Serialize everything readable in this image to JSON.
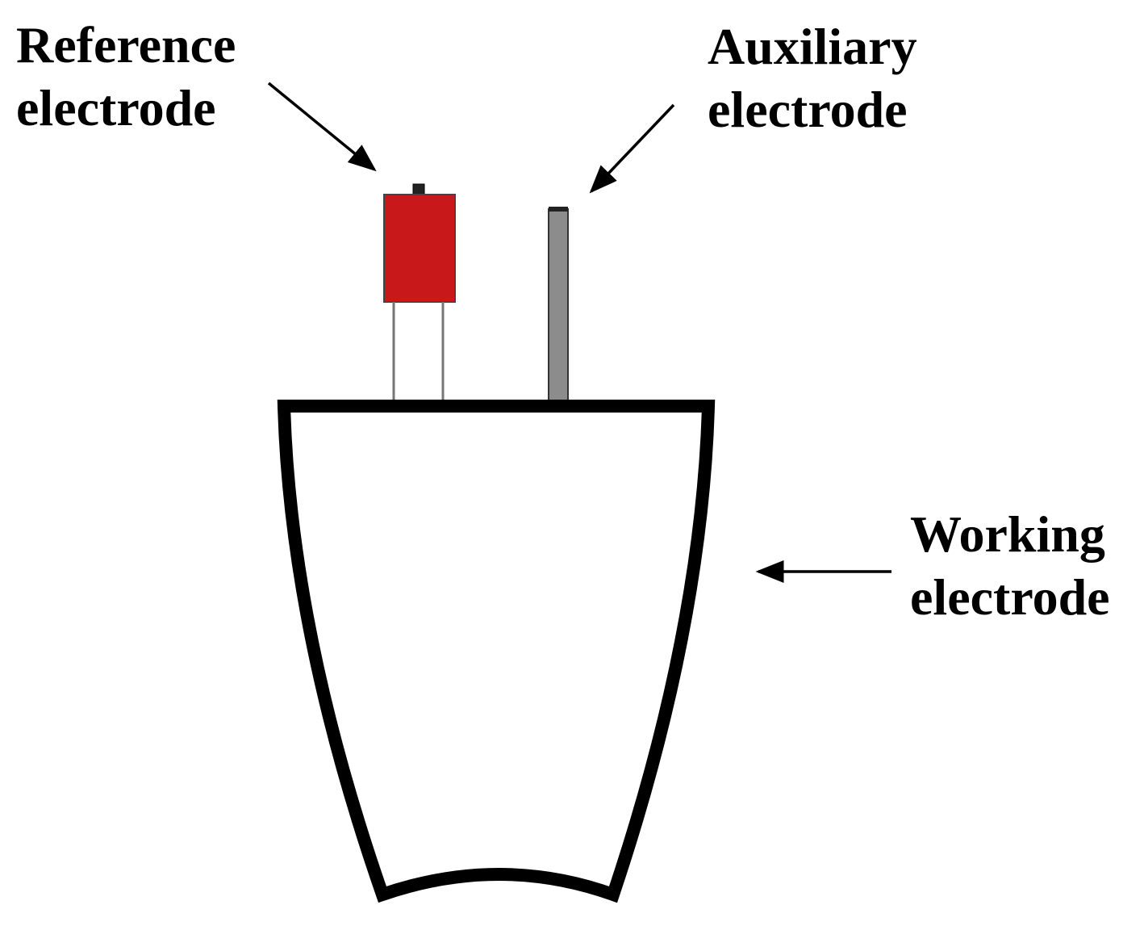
{
  "labels": {
    "reference": {
      "line1": "Reference",
      "line2": "electrode"
    },
    "auxiliary": {
      "line1": "Auxiliary",
      "line2": "electrode"
    },
    "working": {
      "line1": "Working",
      "line2": "electrode"
    }
  },
  "colors": {
    "reference_body": "#c8181a",
    "auxiliary_rod": "#8c8c8c",
    "outline": "#000000",
    "background": "#ffffff"
  }
}
